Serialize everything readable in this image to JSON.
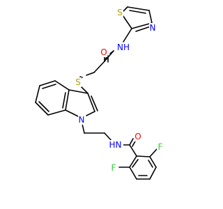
{
  "colors": {
    "N": "#0000ff",
    "O": "#ff0000",
    "S": "#b2a000",
    "F": "#33cc33",
    "bond": "#000000",
    "background": "#ffffff"
  },
  "atoms": [
    {
      "id": "a-s-thz",
      "label": "S"
    },
    {
      "id": "a-n-thz",
      "label": "N"
    },
    {
      "id": "a-o-top",
      "label": "O"
    },
    {
      "id": "a-nh-top",
      "label": "NH",
      "display": "N",
      "sub": "H"
    },
    {
      "id": "a-s-link",
      "label": "S"
    },
    {
      "id": "a-n-ind",
      "label": "N"
    },
    {
      "id": "a-nh-bot",
      "label": "NH",
      "display": "H",
      "sub": "N"
    },
    {
      "id": "a-o-bot",
      "label": "O"
    },
    {
      "id": "a-f-right",
      "label": "F"
    },
    {
      "id": "a-f-left",
      "label": "F"
    }
  ]
}
